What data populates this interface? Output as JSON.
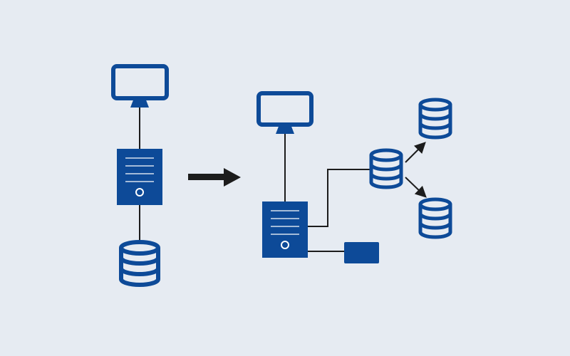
{
  "colors": {
    "background": "#e6ebf2",
    "node_blue": "#0d4a98",
    "connector": "#1c1c1c",
    "stripe": "#ffffff"
  },
  "diagram": {
    "kind": "architecture-transition",
    "before": {
      "nodes": [
        {
          "id": "monitor-1",
          "icon": "monitor-icon"
        },
        {
          "id": "server-1",
          "icon": "server-icon"
        },
        {
          "id": "database-1",
          "icon": "database-icon"
        }
      ],
      "edges": [
        [
          "monitor-1",
          "server-1"
        ],
        [
          "server-1",
          "database-1"
        ]
      ]
    },
    "transition_arrow": {
      "icon": "arrow-right-icon"
    },
    "after": {
      "nodes": [
        {
          "id": "monitor-2",
          "icon": "monitor-icon"
        },
        {
          "id": "server-2",
          "icon": "server-icon"
        },
        {
          "id": "database-primary",
          "icon": "database-icon"
        },
        {
          "id": "database-replica-top",
          "icon": "database-icon"
        },
        {
          "id": "database-replica-bottom",
          "icon": "database-icon"
        },
        {
          "id": "device-block",
          "icon": "device-block-icon"
        }
      ],
      "edges": [
        [
          "monitor-2",
          "server-2"
        ],
        [
          "server-2",
          "database-primary"
        ],
        [
          "server-2",
          "device-block"
        ],
        [
          "database-primary",
          "database-replica-top"
        ],
        [
          "database-primary",
          "database-replica-bottom"
        ]
      ]
    }
  }
}
